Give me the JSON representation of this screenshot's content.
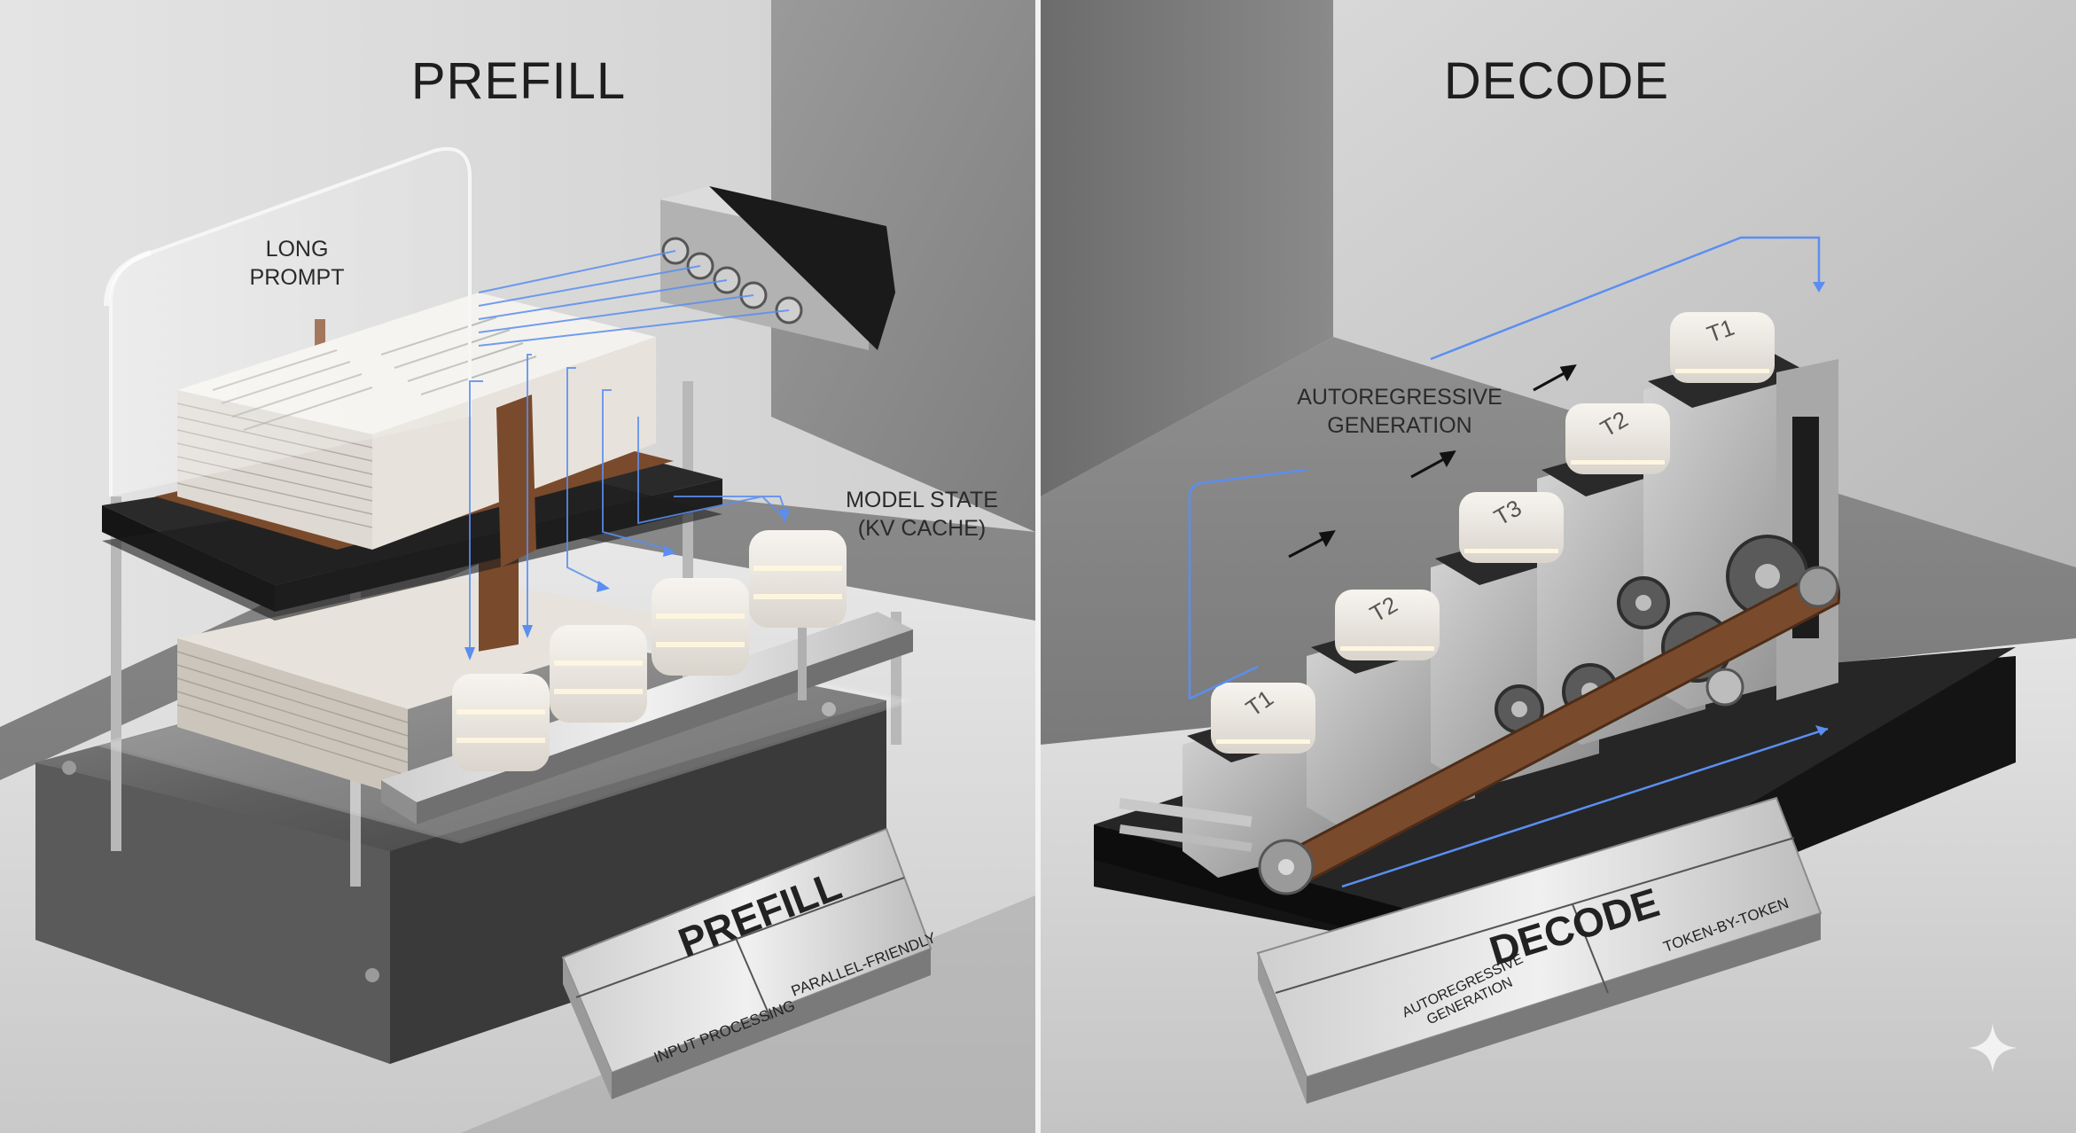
{
  "left": {
    "title": "PREFILL",
    "long_prompt": [
      "LONG",
      "PROMPT"
    ],
    "model_state": [
      "MODEL STATE",
      "(KV CACHE)"
    ],
    "plaque": {
      "title": "PREFILL",
      "left": "INPUT PROCESSING",
      "right": "PARALLEL-FRIENDLY"
    }
  },
  "right": {
    "title": "DECODE",
    "autoregressive": [
      "AUTOREGRESSIVE",
      "GENERATION"
    ],
    "tokens": [
      "T1",
      "T2",
      "T3",
      "T2",
      "T1"
    ],
    "plaque": {
      "title": "DECODE",
      "left": [
        "AUTOREGRESSIVE",
        "GENERATION"
      ],
      "right": "TOKEN-BY-TOKEN"
    }
  },
  "colors": {
    "arrow_blue": "#5b8ef0",
    "leather": "#7a4a2c",
    "metal": "#a9a9a9",
    "base_black": "#1a1a1a"
  },
  "icons": [
    "sparkle-icon"
  ]
}
